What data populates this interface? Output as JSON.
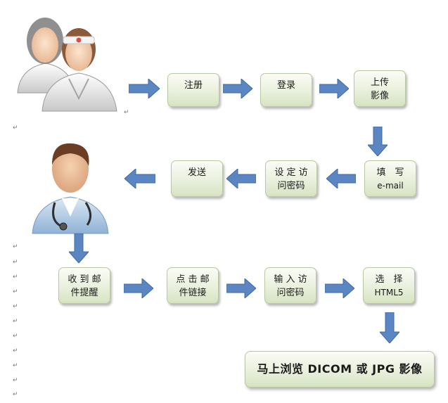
{
  "steps": {
    "register": {
      "l1": "注册",
      "l2": ""
    },
    "login": {
      "l1": "登录",
      "l2": ""
    },
    "upload": {
      "l1": "上传",
      "l2": "影像"
    },
    "email": {
      "l1": "填　写",
      "l2": "e-mail"
    },
    "password": {
      "l1": "设 定 访",
      "l2": "问密码"
    },
    "send": {
      "l1": "发送",
      "l2": ""
    },
    "receive": {
      "l1": "收 到 邮",
      "l2": "件提醒"
    },
    "click": {
      "l1": "点 击 邮",
      "l2": "件链接"
    },
    "input": {
      "l1": "输 入 访",
      "l2": "问密码"
    },
    "select": {
      "l1": "选　择",
      "l2": "HTML5"
    },
    "final": {
      "l1": "马上浏览 DICOM 或 JPG 影像"
    }
  },
  "icons": {
    "patients": "patients-icon",
    "doctor": "doctor-icon",
    "arrow_fill": "#5b86c2",
    "arrow_stroke": "#3d6aa8"
  }
}
